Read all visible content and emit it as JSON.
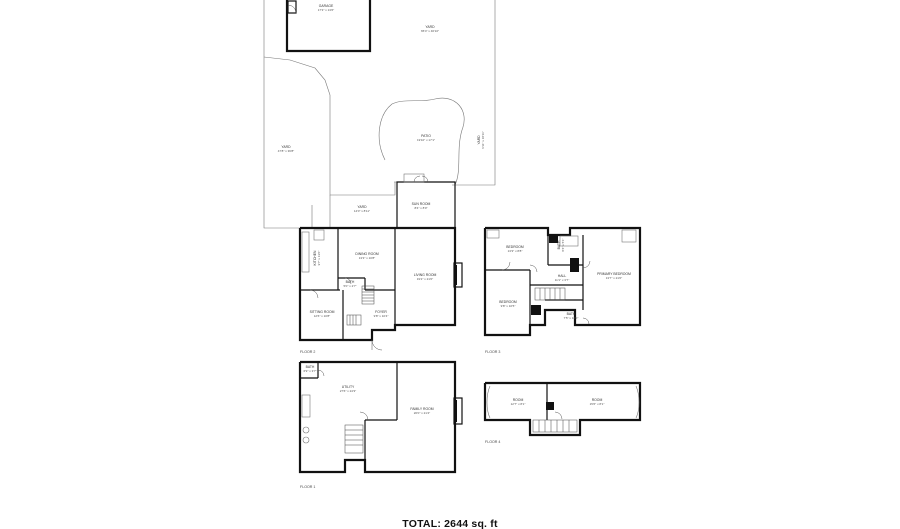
{
  "floors": {
    "floor2": "FLOOR 2",
    "floor3": "FLOOR 3",
    "floor1": "FLOOR 1",
    "floor4": "FLOOR 4"
  },
  "rooms": {
    "garage": {
      "name": "GARAGE",
      "dims": "17'3\" x 13'6\""
    },
    "yard_top": {
      "name": "YARD",
      "dims": "65'4\" x 46'10\""
    },
    "patio": {
      "name": "PATIO",
      "dims": "19'10\" x 17'1\""
    },
    "yard_left": {
      "name": "YARD",
      "dims": "47'8\" x 36'8\""
    },
    "yard_right": {
      "name": "YARD",
      "dims": "6'11\" x 18'11\""
    },
    "yard_mid": {
      "name": "YARD",
      "dims": "14'0\" x 8'11\""
    },
    "sunroom": {
      "name": "SUN ROOM",
      "dims": "8'4\" x 8'0\""
    },
    "kitchen": {
      "name": "KITCHEN",
      "dims": "9'7\" x 13'0\""
    },
    "dining": {
      "name": "DINING ROOM",
      "dims": "13'3\" x 10'8\""
    },
    "bath2": {
      "name": "BATH",
      "dims": "5'0\" x 2'7\""
    },
    "living": {
      "name": "LIVING ROOM",
      "dims": "19'2\" x 21'0\""
    },
    "sitting": {
      "name": "SITTING ROOM",
      "dims": "12'6\" x 10'8\""
    },
    "foyer": {
      "name": "FOYER",
      "dims": "9'8\" x 10'4\""
    },
    "bed_a": {
      "name": "BEDROOM",
      "dims": "13'3\" x 8'8\""
    },
    "bath3a": {
      "name": "BATH",
      "dims": "8'4\" x 5'1\""
    },
    "hall": {
      "name": "HALL",
      "dims": "11'1\" x 3'7\""
    },
    "primary": {
      "name": "PRIMARY BEDROOM",
      "dims": "13'7\" x 21'0\""
    },
    "bed_b": {
      "name": "BEDROOM",
      "dims": "9'8\" x 10'5\""
    },
    "bath3b": {
      "name": "BATH",
      "dims": "7'5\" x 10'0\""
    },
    "bath1": {
      "name": "BATH",
      "dims": "6'9\" x 3'7\""
    },
    "utility": {
      "name": "UTILITY",
      "dims": "27'6\" x 24'3\""
    },
    "family": {
      "name": "FAMILY ROOM",
      "dims": "20'0\" x 21'4\""
    },
    "room4a": {
      "name": "ROOM",
      "dims": "12'7\" x 8'1\""
    },
    "room4b": {
      "name": "ROOM",
      "dims": "15'6\" x 8'1\""
    }
  },
  "total": "TOTAL: 2644 sq. ft"
}
